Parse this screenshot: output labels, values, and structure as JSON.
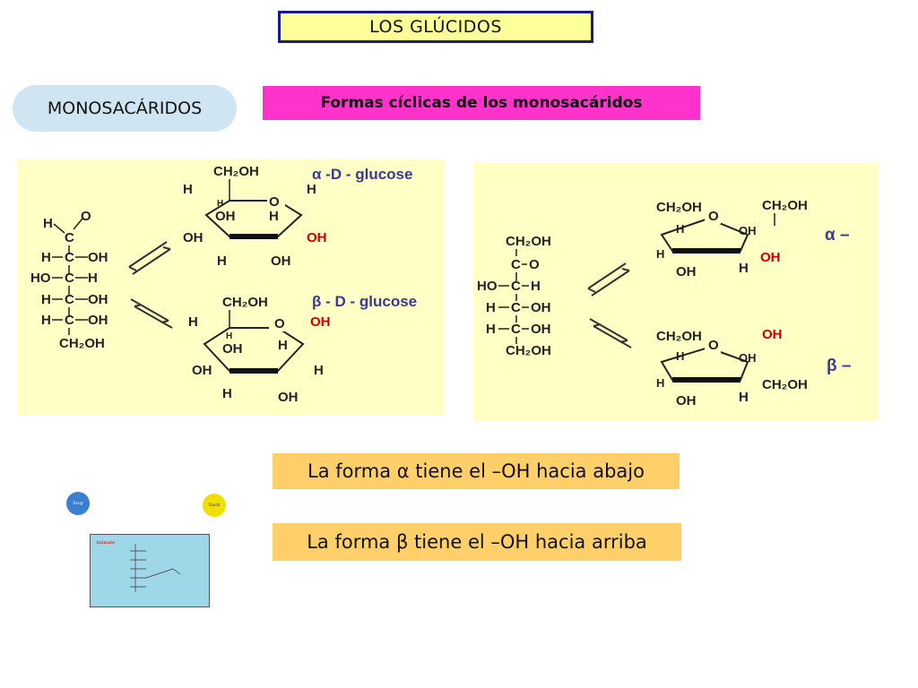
{
  "header": {
    "title": "LOS GLÚCIDOS"
  },
  "section": {
    "label": "MONOSACÁRIDOS",
    "subtitle": "Formas cíclicas de los monosacáridos"
  },
  "glucose": {
    "alpha_label": "α -D - glucose",
    "beta_label": "β - D - glucose",
    "atoms": {
      "h": "H",
      "c": "C",
      "o": "O",
      "oh": "OH",
      "ho": "HO",
      "ch2oh": "CH₂OH",
      "cho": "O"
    }
  },
  "fructose": {
    "alpha_label": "α –",
    "beta_label": "β –"
  },
  "notes": {
    "alpha": "La forma α tiene el –OH hacia abajo",
    "beta": "La forma β tiene el –OH hacia arriba"
  },
  "thumbnail": {
    "stop": "Stop",
    "back": "Back",
    "animate": "Animate"
  },
  "colors": {
    "title_border": "#1a1a8c",
    "title_bg": "#ffff99",
    "subtitle_bg": "#ff33cc",
    "panel_bg": "#ffffc6",
    "note_bg": "#ffd06a",
    "highlight": "#cc0000"
  }
}
